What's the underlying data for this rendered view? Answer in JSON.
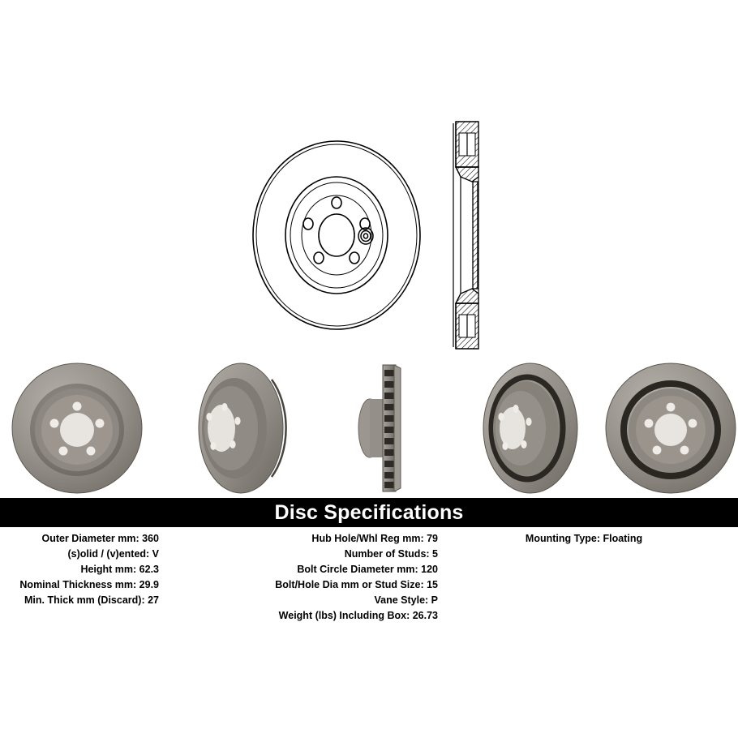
{
  "banner": {
    "title": "Disc Specifications"
  },
  "specs": {
    "column_1": [
      "Outer Diameter mm: 360",
      "(s)olid / (v)ented: V",
      "Height mm: 62.3",
      "Nominal Thickness mm: 29.9",
      "Min. Thick mm (Discard): 27"
    ],
    "column_2": [
      "Hub Hole/Whl Reg mm: 79",
      "Number of Studs: 5",
      "Bolt Circle Diameter mm: 120",
      "Bolt/Hole Dia mm or Stud Size: 15",
      "Vane Style: P",
      "Weight (lbs) Including Box: 26.73"
    ],
    "column_3": [
      "Mounting Type: Floating"
    ]
  },
  "spec_values": {
    "outer_diameter_mm": 360,
    "solid_or_vented": "V",
    "height_mm": 62.3,
    "nominal_thickness_mm": 29.9,
    "min_thickness_discard_mm": 27,
    "hub_hole_whl_reg_mm": 79,
    "number_of_studs": 5,
    "bolt_circle_diameter_mm": 120,
    "bolt_hole_dia_or_stud_size_mm": 15,
    "vane_style": "P",
    "weight_lbs_including_box": 26.73,
    "mounting_type": "Floating"
  },
  "drawing": {
    "face_view_label": "brake-rotor-face-line-drawing",
    "section_view_label": "brake-rotor-cross-section-line-drawing",
    "stud_holes": 5
  },
  "photos": [
    {
      "name": "rotor-photo-front-face",
      "view": "front face"
    },
    {
      "name": "rotor-photo-angled-hub-side",
      "view": "angled hub side"
    },
    {
      "name": "rotor-photo-edge-on-vanes",
      "view": "edge on vanes"
    },
    {
      "name": "rotor-photo-angled-friction",
      "view": "angled friction side"
    },
    {
      "name": "rotor-photo-front-vented",
      "view": "front vented face"
    }
  ],
  "colors": {
    "banner_background": "#000000",
    "banner_text": "#ffffff",
    "page_background": "#ffffff",
    "rotor_grey": "#8a8580",
    "rotor_grey_dark": "#6e6963",
    "rotor_grey_light": "#b3aea8",
    "vane_dark": "#2a2622",
    "line_art": "#000000"
  }
}
